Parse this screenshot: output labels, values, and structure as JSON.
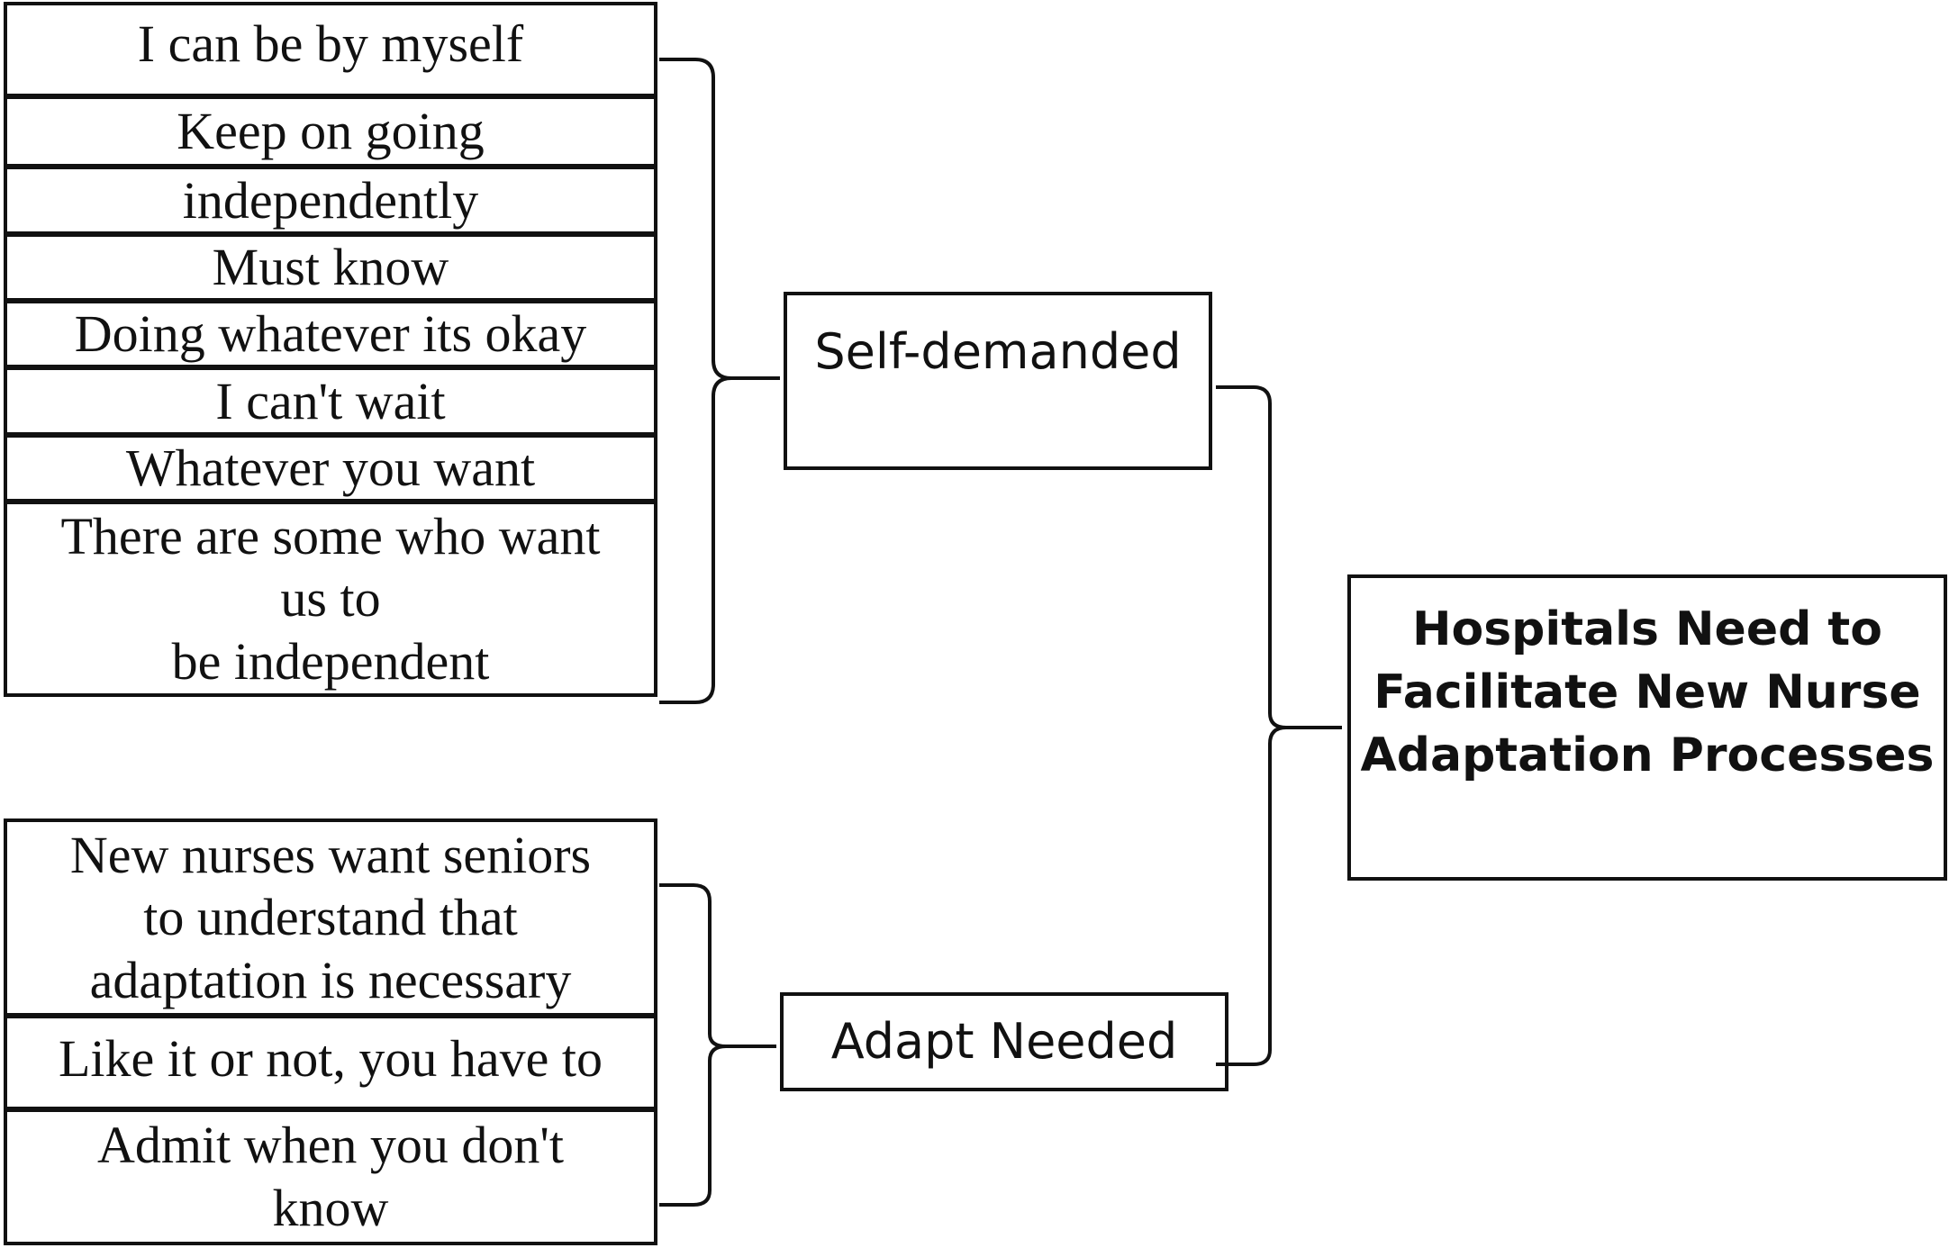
{
  "self_demanded_group": {
    "items": [
      "I can be by myself",
      "Keep on going",
      "independently",
      "Must know",
      "Doing whatever its okay",
      "I can't wait",
      "Whatever you want",
      "There are some who want\nus to\nbe independent"
    ]
  },
  "adapt_needed_group": {
    "items": [
      "New nurses want seniors\nto understand that\nadaptation is necessary",
      "Like it or not, you have to",
      "Admit when you don't\nknow"
    ]
  },
  "categories": {
    "self_demanded": "Self-demanded",
    "adapt_needed": "Adapt Needed"
  },
  "theme": {
    "title": "Hospitals Need to\nFacilitate New Nurse\nAdaptation Processes"
  }
}
